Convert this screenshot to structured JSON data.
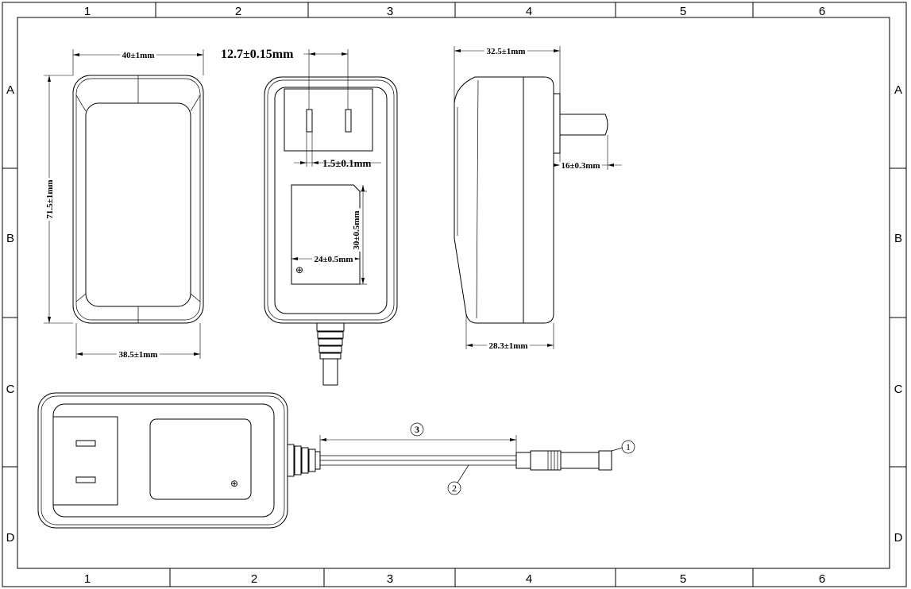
{
  "grid": {
    "columns": [
      "1",
      "2",
      "3",
      "4",
      "5",
      "6"
    ],
    "rows": [
      "A",
      "B",
      "C",
      "D"
    ]
  },
  "dimensions": {
    "front_width_top": "40±1mm",
    "front_height": "71.5±1mm",
    "front_width_bottom": "38.5±1mm",
    "pin_spacing": "12.7±0.15mm",
    "pin_thickness": "1.5±0.1mm",
    "label_height": "30±0.5mm",
    "label_width": "24±0.5mm",
    "side_depth_top": "32.5±1mm",
    "pin_length": "16±0.3mm",
    "side_depth_bottom": "28.3±1mm"
  },
  "callouts": {
    "dc_plug": "1",
    "cable": "2",
    "cable_length": "3"
  },
  "symbols": {
    "ground_mark": "⊕"
  }
}
